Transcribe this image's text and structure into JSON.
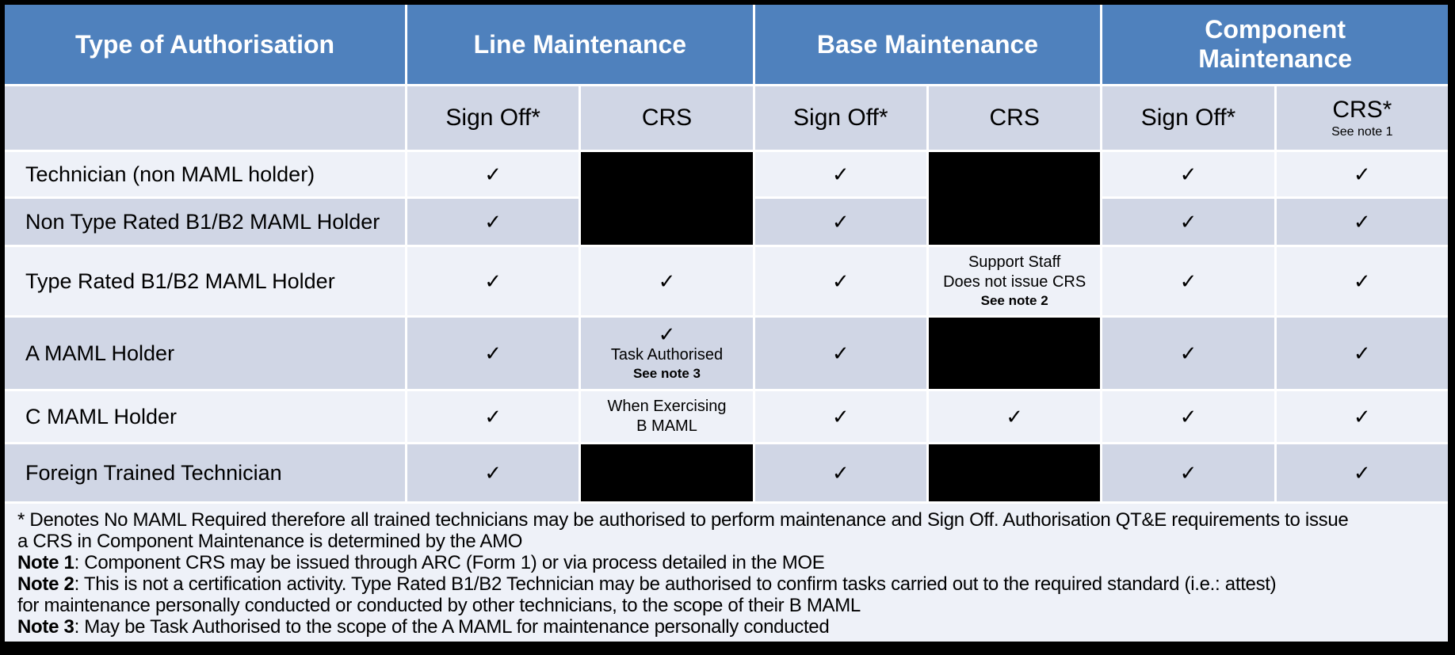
{
  "colors": {
    "header_blue": "#4F81BD",
    "band_dark": "#D0D6E5",
    "band_light": "#EEF1F8",
    "frame_black": "#000000",
    "header_text": "#FFFFFF",
    "body_text": "#000000"
  },
  "table": {
    "corner_header": "Type of Authorisation",
    "group_headers": [
      "Line Maintenance",
      "Base Maintenance",
      "Component Maintenance"
    ],
    "sub_headers": [
      "Sign Off*",
      "CRS",
      "Sign Off*",
      "CRS",
      "Sign Off*",
      "CRS*"
    ],
    "sub_header_note": "See note 1",
    "check_glyph": "✓",
    "rows": [
      {
        "label": "Technician (non MAML holder)",
        "cells": [
          {
            "lines": [
              {
                "t": "✓",
                "s": "check"
              }
            ]
          },
          {
            "redacted": true,
            "merge_down": true
          },
          {
            "lines": [
              {
                "t": "✓",
                "s": "check"
              }
            ]
          },
          {
            "redacted": true,
            "merge_down": true
          },
          {
            "lines": [
              {
                "t": "✓",
                "s": "check"
              }
            ]
          },
          {
            "lines": [
              {
                "t": "✓",
                "s": "check"
              }
            ]
          }
        ]
      },
      {
        "label": "Non Type Rated B1/B2 MAML Holder",
        "cells": [
          {
            "lines": [
              {
                "t": "✓",
                "s": "check"
              }
            ]
          },
          {
            "redacted": true
          },
          {
            "lines": [
              {
                "t": "✓",
                "s": "check"
              }
            ]
          },
          {
            "redacted": true
          },
          {
            "lines": [
              {
                "t": "✓",
                "s": "check"
              }
            ]
          },
          {
            "lines": [
              {
                "t": "✓",
                "s": "check"
              }
            ]
          }
        ]
      },
      {
        "label": "Type Rated B1/B2 MAML Holder",
        "cells": [
          {
            "lines": [
              {
                "t": "✓",
                "s": "check"
              }
            ]
          },
          {
            "lines": [
              {
                "t": "✓",
                "s": "check"
              }
            ]
          },
          {
            "lines": [
              {
                "t": "✓",
                "s": "check"
              }
            ]
          },
          {
            "lines": [
              {
                "t": "Support Staff",
                "s": "text"
              },
              {
                "t": "Does not issue CRS",
                "s": "text"
              },
              {
                "t": "See note 2",
                "s": "note"
              }
            ]
          },
          {
            "lines": [
              {
                "t": "✓",
                "s": "check"
              }
            ]
          },
          {
            "lines": [
              {
                "t": "✓",
                "s": "check"
              }
            ]
          }
        ]
      },
      {
        "label": "A MAML Holder",
        "cells": [
          {
            "lines": [
              {
                "t": "✓",
                "s": "check"
              }
            ]
          },
          {
            "lines": [
              {
                "t": "✓",
                "s": "check"
              },
              {
                "t": "Task Authorised",
                "s": "text"
              },
              {
                "t": "See note 3",
                "s": "note"
              }
            ]
          },
          {
            "lines": [
              {
                "t": "✓",
                "s": "check"
              }
            ]
          },
          {
            "redacted": true
          },
          {
            "lines": [
              {
                "t": "✓",
                "s": "check"
              }
            ]
          },
          {
            "lines": [
              {
                "t": "✓",
                "s": "check"
              }
            ]
          }
        ]
      },
      {
        "label": "C MAML Holder",
        "cells": [
          {
            "lines": [
              {
                "t": "✓",
                "s": "check"
              }
            ]
          },
          {
            "lines": [
              {
                "t": "When Exercising",
                "s": "text"
              },
              {
                "t": "B MAML",
                "s": "text"
              }
            ]
          },
          {
            "lines": [
              {
                "t": "✓",
                "s": "check"
              }
            ]
          },
          {
            "lines": [
              {
                "t": "✓",
                "s": "check"
              }
            ]
          },
          {
            "lines": [
              {
                "t": "✓",
                "s": "check"
              }
            ]
          },
          {
            "lines": [
              {
                "t": "✓",
                "s": "check"
              }
            ]
          }
        ]
      },
      {
        "label": "Foreign Trained Technician",
        "cells": [
          {
            "lines": [
              {
                "t": "✓",
                "s": "check"
              }
            ]
          },
          {
            "redacted": true
          },
          {
            "lines": [
              {
                "t": "✓",
                "s": "check"
              }
            ]
          },
          {
            "redacted": true
          },
          {
            "lines": [
              {
                "t": "✓",
                "s": "check"
              }
            ]
          },
          {
            "lines": [
              {
                "t": "✓",
                "s": "check"
              }
            ]
          }
        ]
      }
    ]
  },
  "footnotes": [
    {
      "prefix": "",
      "text": "* Denotes No MAML Required therefore all trained technicians may be authorised to perform maintenance and Sign Off. Authorisation QT&E requirements to issue\na CRS in Component Maintenance is determined by the AMO"
    },
    {
      "prefix": "Note 1",
      "text": ": Component CRS may be issued through ARC (Form 1) or via process detailed in the MOE"
    },
    {
      "prefix": "Note 2",
      "text": ": This is not a certification activity. Type Rated B1/B2 Technician may be authorised to confirm tasks carried out to the required standard (i.e.: attest)\nfor maintenance personally conducted or conducted by other technicians, to the scope of their B MAML"
    },
    {
      "prefix": "Note 3",
      "text": ": May be Task Authorised to the scope of the A MAML for maintenance personally conducted"
    }
  ]
}
